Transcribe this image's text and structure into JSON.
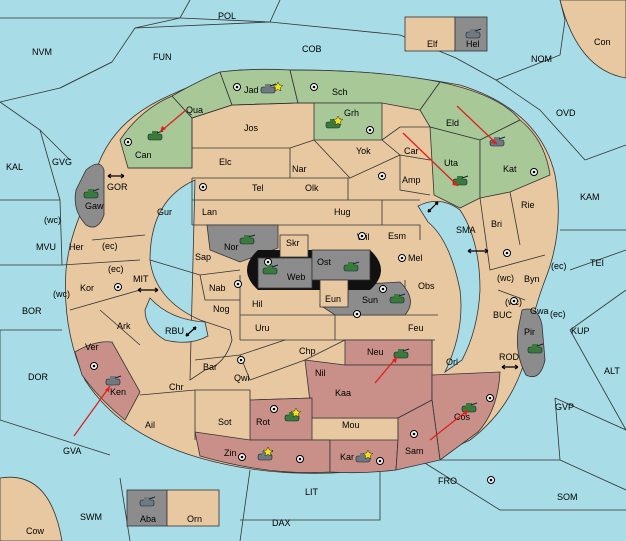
{
  "sea_labels": {
    "pol": "POL",
    "nvm": "NVM",
    "fun": "FUN",
    "cob": "COB",
    "nom": "NOM",
    "con": "Con",
    "ovd": "OVD",
    "kal": "KAL",
    "gvg": "GVG",
    "gor": "GOR",
    "kam": "KAM",
    "sma": "SMA",
    "tei": "TEI",
    "mvu": "MVU",
    "mit": "MIT",
    "bor": "BOR",
    "rbu": "RBU",
    "buc": "BUC",
    "kup": "KUP",
    "dor": "DOR",
    "rod": "ROD",
    "alt": "ALT",
    "gvp": "GVP",
    "gva": "GVA",
    "fro": "FRO",
    "som": "SOM",
    "lit": "LIT",
    "swm": "SWM",
    "dax": "DAX",
    "cow": "Cow"
  },
  "land_labels": {
    "elf": "Elf",
    "hel": "Hel",
    "jad": "Jad",
    "sch": "Sch",
    "qua": "Qua",
    "jos": "Jos",
    "grh": "Grh",
    "eld": "Eld",
    "can": "Can",
    "car": "Car",
    "yok": "Yok",
    "elc": "Elc",
    "nar": "Nar",
    "uta": "Uta",
    "kat": "Kat",
    "tel": "Tel",
    "olk": "Olk",
    "amp": "Amp",
    "gaw": "Gaw",
    "gur": "Gur",
    "lan": "Lan",
    "hug": "Hug",
    "rie": "Rie",
    "bri": "Bri",
    "wil": "Wil",
    "esm": "Esm",
    "her": "Her",
    "nor": "Nor",
    "skr": "Skr",
    "sap": "Sap",
    "ost": "Ost",
    "web": "Web",
    "mel": "Mel",
    "byn": "Byn",
    "kor": "Kor",
    "nab": "Nab",
    "eun": "Eun",
    "sun": "Sun",
    "obs": "Obs",
    "gwa": "Gwa",
    "hil": "Hil",
    "nog": "Nog",
    "ark": "Ark",
    "uru": "Uru",
    "feu": "Feu",
    "pir": "Pir",
    "ver": "Ver",
    "chp": "Chp",
    "neu": "Neu",
    "bar": "Bar",
    "qwi": "Qwi",
    "nil": "Nil",
    "orl": "Orl",
    "ken": "Ken",
    "chr": "Chr",
    "kaa": "Kaa",
    "ail": "Ail",
    "sot": "Sot",
    "rot": "Rot",
    "mou": "Mou",
    "cos": "Cos",
    "zin": "Zin",
    "kar": "Kar",
    "sam": "Sam",
    "aba": "Aba",
    "orn": "Orn"
  },
  "coast_labels": {
    "her_wc": "(wc)",
    "her_ec": "(ec)",
    "kor_ec": "(ec)",
    "kor_wc": "(wc)",
    "byn_wc": "(wc)",
    "byn_ec": "(ec)",
    "gwa_wc": "(wc)",
    "gwa_ec": "(ec)"
  },
  "colors": {
    "sea": "#a8dce6",
    "neutral": "#e8c8a0",
    "green": "#a8c898",
    "red": "#c89088",
    "grey": "#8c8c8c"
  },
  "icons": {
    "unit": "tank-icon",
    "supply": "supply-center-icon",
    "arrow": "move-arrow-icon",
    "crash": "star-icon"
  }
}
